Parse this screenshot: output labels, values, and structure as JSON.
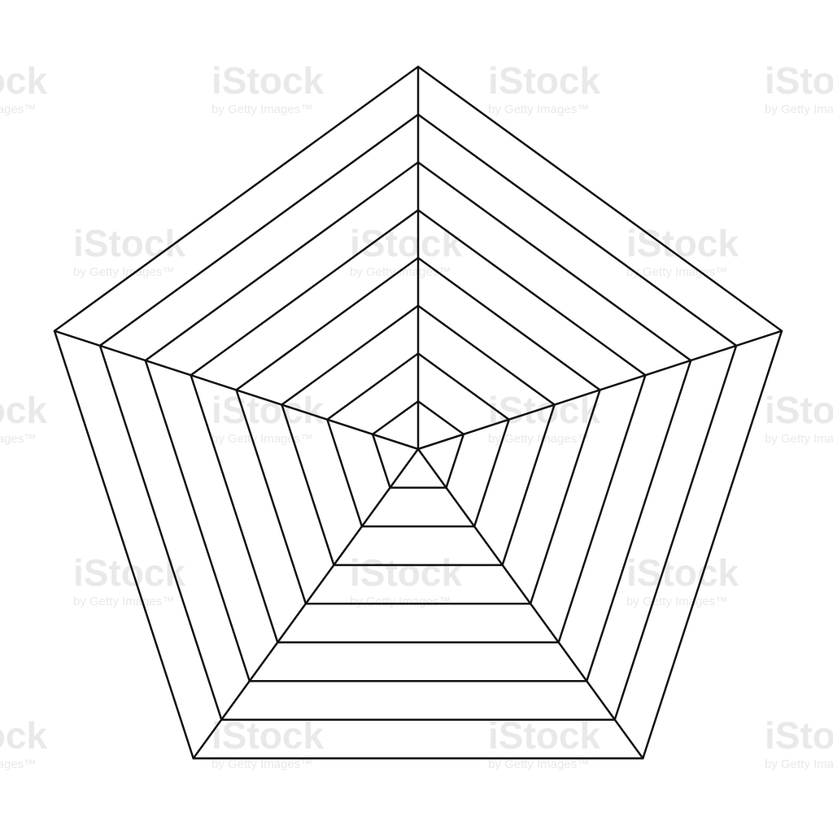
{
  "diagram": {
    "shape": "regular pentagon radar grid",
    "rings": 8,
    "spokes": 5,
    "stroke_color": "#111111",
    "background_color": "#ffffff"
  },
  "watermark": {
    "brand": "iStock",
    "tagline": "by Getty Images",
    "trademark": "™",
    "color": "#e9e9e9"
  }
}
